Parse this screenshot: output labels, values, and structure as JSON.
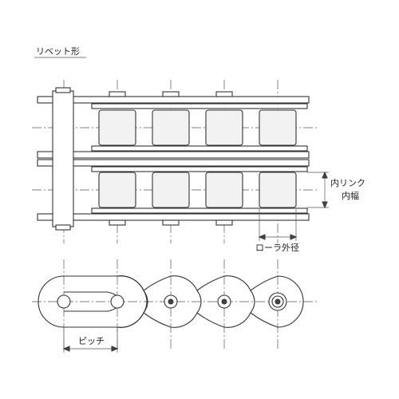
{
  "labels": {
    "section_title": "リベット形",
    "inner_link_width_1": "内リンク",
    "inner_link_width_2": "内幅",
    "roller_diameter": "ローラ外径",
    "pitch": "ピッチ"
  },
  "colors": {
    "line": "#333333",
    "roller_fill": "#f2f2f2",
    "plate_fill": "#ffffff"
  }
}
